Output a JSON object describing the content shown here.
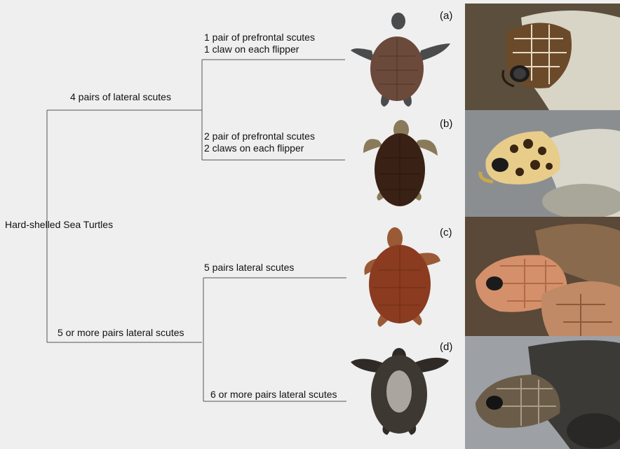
{
  "root": "Hard-shelled Sea Turtles",
  "branches": {
    "upper": "4 pairs of lateral scutes",
    "lower": "5 or more pairs lateral scutes"
  },
  "leaves": [
    {
      "label": "(a)",
      "line1": "1 pair of prefrontal scutes",
      "line2": "1 claw on each flipper",
      "shell": "#6b4a3b",
      "flipper": "#4a4b4c",
      "head_bg": "#5b4e3c"
    },
    {
      "label": "(b)",
      "line1": "2 pair of prefrontal scutes",
      "line2": "2 claws on each flipper",
      "shell": "#3a2115",
      "flipper": "#8a7a5a",
      "head_bg": "#8b8e91"
    },
    {
      "label": "(c)",
      "line1": "5  pairs lateral scutes",
      "line2": "",
      "shell": "#8a3b20",
      "flipper": "#9a5a35",
      "head_bg": "#5a4838"
    },
    {
      "label": "(d)",
      "line1": "6 or more pairs lateral scutes",
      "line2": "",
      "shell": "#3e3832",
      "flipper": "#2f2a26",
      "head_bg": "#9da0a4"
    }
  ]
}
